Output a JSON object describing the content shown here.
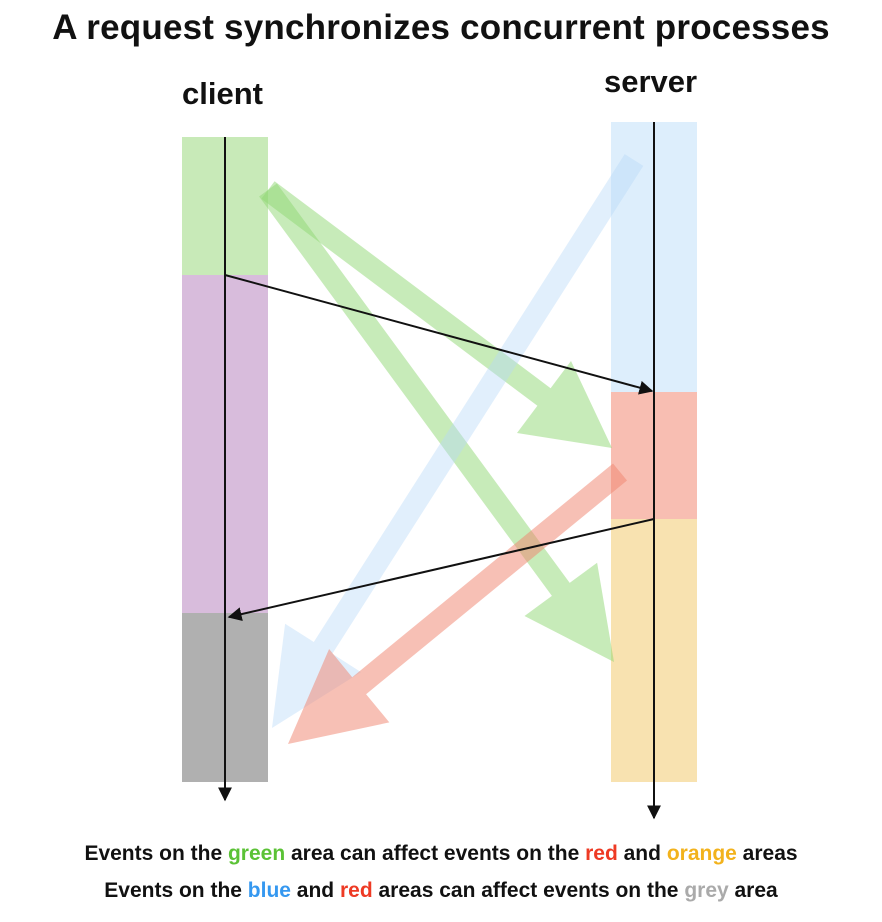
{
  "title": "A request synchronizes concurrent processes",
  "labels": {
    "client": "client",
    "server": "server"
  },
  "colors": {
    "green": "#5bc236",
    "red": "#ee3a24",
    "orange": "#f2b21c",
    "blue": "#3598f0",
    "grey": "#aaaaaa",
    "green_area": "#c8eab8",
    "purple_area": "#d8bcdc",
    "grey_area": "#b0b0b0",
    "blue_area": "#ddeefc",
    "red_area": "#f8beb2",
    "orange_area": "#f8e2b0"
  },
  "caption1": {
    "p1": "Events on the ",
    "green": "green",
    "p2": " area can affect events on the ",
    "red": "red",
    "p3": " and ",
    "orange": "orange",
    "p4": " areas"
  },
  "caption2": {
    "p1": "Events on the ",
    "blue": "blue",
    "p2": " and ",
    "red": "red",
    "p3": " areas can affect events on the ",
    "grey": "grey",
    "p4": " area"
  }
}
